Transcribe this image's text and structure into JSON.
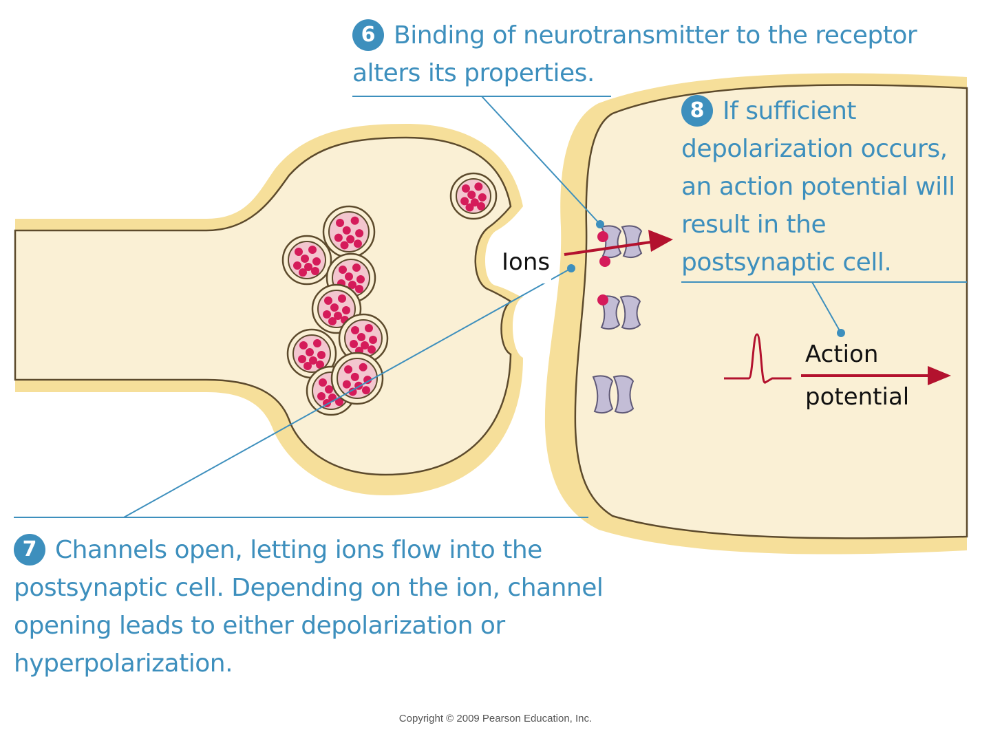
{
  "callouts": {
    "step6": {
      "number": "6",
      "text": "Binding of neurotransmitter to the receptor alters its properties."
    },
    "step7": {
      "number": "7",
      "text": "Channels open, letting ions flow into the postsynaptic cell. Depending on the ion, channel opening leads to either depolarization or hyperpolarization."
    },
    "step8": {
      "number": "8",
      "text": "If sufficient depolarization occurs, an action potential will result in the postsynaptic cell."
    }
  },
  "labels": {
    "ions": "Ions",
    "action_potential": "Action potential"
  },
  "copyright": "Copyright © 2009 Pearson Education, Inc.",
  "colors": {
    "callout_blue": "#3d8fbd",
    "membrane_yellow": "#f6df9a",
    "cytoplasm_cream": "#faf0d5",
    "vesicle_pink": "#f3c6cf",
    "neurotransmitter_red": "#d51b5a",
    "channel_lavender": "#c3bdd6",
    "arrow_red": "#b3122e"
  }
}
